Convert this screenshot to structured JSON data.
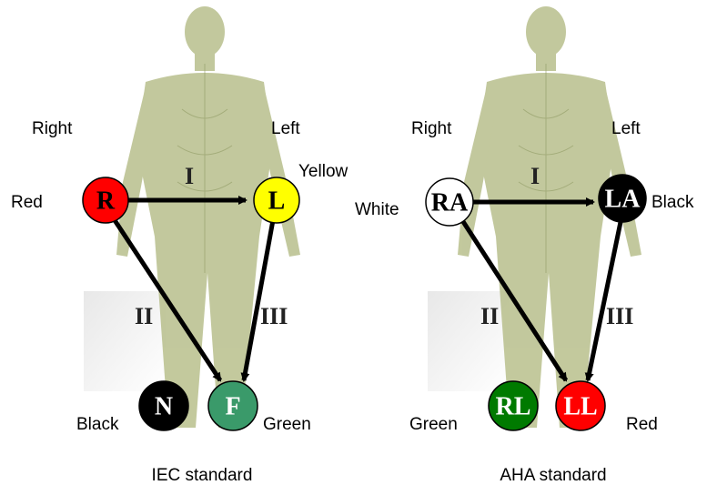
{
  "iec": {
    "caption": "IEC standard",
    "side_right": "Right",
    "side_left": "Left",
    "electrodes": {
      "r": {
        "code": "R",
        "color_name": "Red",
        "fill": "#ff0000",
        "text_color": "#000000"
      },
      "l": {
        "code": "L",
        "color_name": "Yellow",
        "fill": "#ffff00",
        "text_color": "#000000"
      },
      "f": {
        "code": "F",
        "color_name": "Green",
        "fill": "#3a9a6a",
        "text_color": "#ffffff"
      },
      "n": {
        "code": "N",
        "color_name": "Black",
        "fill": "#000000",
        "text_color": "#ffffff"
      }
    },
    "leads": {
      "i": "I",
      "ii": "II",
      "iii": "III"
    }
  },
  "aha": {
    "caption": "AHA standard",
    "side_right": "Right",
    "side_left": "Left",
    "electrodes": {
      "ra": {
        "code": "RA",
        "color_name": "White",
        "fill": "#ffffff",
        "text_color": "#000000"
      },
      "la": {
        "code": "LA",
        "color_name": "Black",
        "fill": "#000000",
        "text_color": "#ffffff"
      },
      "ll": {
        "code": "LL",
        "color_name": "Red",
        "fill": "#ff0000",
        "text_color": "#ffffff"
      },
      "rl": {
        "code": "RL",
        "color_name": "Green",
        "fill": "#007a00",
        "text_color": "#ffffff"
      }
    },
    "leads": {
      "i": "I",
      "ii": "II",
      "iii": "III"
    }
  },
  "colors": {
    "figure": "#b8bf8c",
    "figure_shadow": "#8f9a63",
    "arrow": "#000000"
  }
}
